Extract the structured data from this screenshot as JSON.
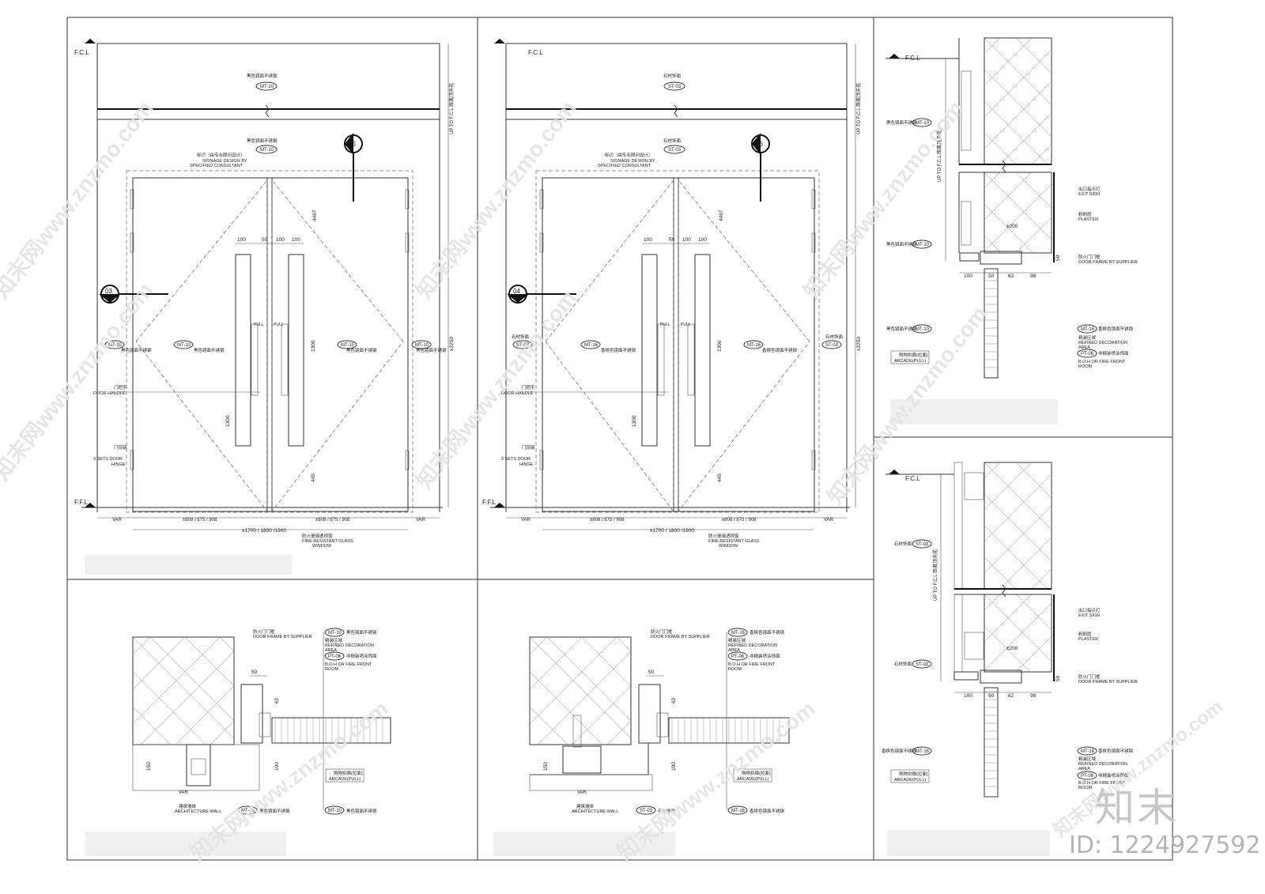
{
  "levels": {
    "fcl": "F.C.L",
    "ffl": "F.F.L"
  },
  "elevA": {
    "mt10": "MT-10",
    "stainless": "黑色镜面不锈钢",
    "signage_cn": "标识（由专业顾问设计）",
    "signage_en1": "SIGNAGE DESIGN BY",
    "signage_en2": "SPECIFIED CONSULTANT",
    "callout_top": "05",
    "callout_side": "03",
    "handle_cn": "门把手",
    "handle_en": "DOOR HANDLE",
    "hinge_cn": "门铰链",
    "hinge_en1": "3 SETS DOOR",
    "hinge_en2": "HINGE",
    "pull": "PULL",
    "dim100": "100",
    "dim100b": "100",
    "dim50": "50",
    "dim4497": "4497",
    "dim1300": "1300",
    "dim1300b": "1300",
    "dim445": "445",
    "dim2250": "±2250",
    "dim_up": "UP TO F.C.L 距离顶天花",
    "var": "VAR",
    "dim_leaf": "±808 / 875 / 908",
    "dim_total": "±1700 / 1800 /1900",
    "glass_cn": "防火玻璃透视窗",
    "glass_en1": "FIRE-RESISTANT GLASS",
    "glass_en2": "WINDOW"
  },
  "elevB": {
    "st03": "ST-03",
    "stone": "石材饰面",
    "mt16": "MT-16",
    "rose": "香槟色镜面不锈钢",
    "callout_top": "06",
    "callout_side": "04"
  },
  "planA": {
    "frame_cn": "防火门门框",
    "frame_en": "DOOR FRAME BY SUPPLIER",
    "mt10": "MT-10",
    "mt16": "MT-16",
    "stainless": "黑色镜面不锈钢",
    "rose": "香槟色镜面不锈钢",
    "refined1": "精装区域",
    "refined2": "REFINED DECORATION",
    "refined3": "AREA",
    "pt06": "PT-06",
    "boh_cn": "非精装喷涂饰面",
    "boh1": "B.O.H OR FIRE FRONT",
    "boh2": "ROOM",
    "arcade_cn": "购物拱廊(拉面)",
    "arcade_en": "ARCADE(PULL)",
    "wall_cn": "建筑墙体",
    "wall_en": "ARCHITECTURE WALL",
    "d50": "50",
    "d62": "62",
    "d100": "100",
    "d150": "150",
    "var": "VAR"
  },
  "planB": {
    "st03": "ST-03",
    "stone": "石材饰面"
  },
  "sectA": {
    "exit_cn": "出口指示灯",
    "exit_en": "EXIT SIGN",
    "plaster_cn": "粉刷层",
    "plaster_en": "PLASTER",
    "frame_cn": "防火门门框",
    "frame_en": "DOOR FRAME BY SUPPLIER",
    "d200": "±200",
    "d100": "100",
    "d50": "50",
    "d62": "62",
    "d98": "98",
    "d50b": "50"
  },
  "sectB": {
    "st03": "ST-03",
    "stone": "石材饰面"
  },
  "watermark": "知末网www.znzmo.com",
  "brand": "知末",
  "image_id": "ID: 1224927592"
}
